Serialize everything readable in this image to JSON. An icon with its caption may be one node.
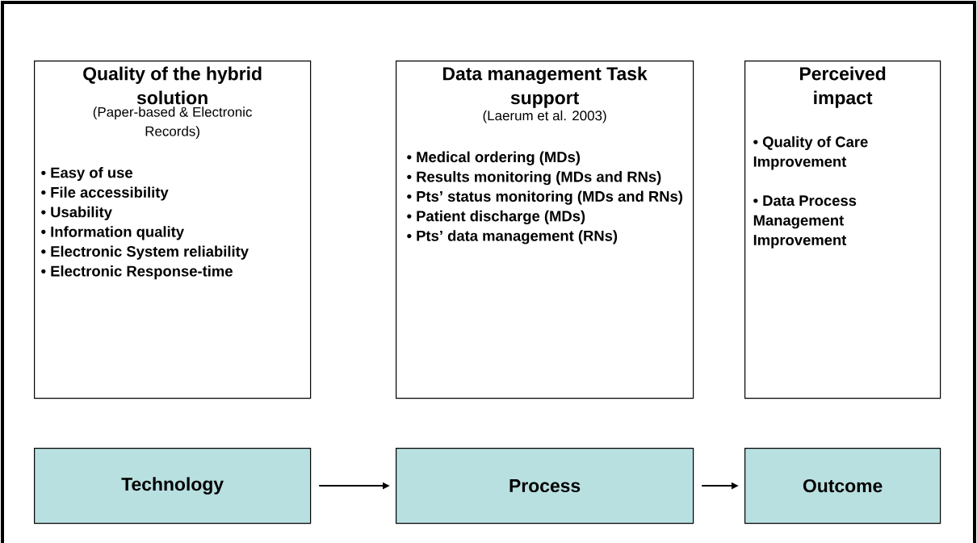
{
  "diagram": {
    "nodes": [
      {
        "text": [
          "Quality of the hybrid solution",
          "(Paper-based & Electronic Records)",
          "• Easy of use",
          "• File accessibility",
          "• Usability",
          "• Information quality",
          "• Electronic System reliability",
          "• Electronic Response-time"
        ]
      },
      {
        "text": [
          "Data management Task support",
          "(Laerum et al. 2003)",
          "• Medical ordering (MDs)",
          "• Results monitoring (MDs and RNs)",
          "• Pts’ status monitoring (MDs and RNs)",
          "• Patient discharge (MDs)",
          "• Pts’ data management (RNs)"
        ]
      },
      {
        "text": [
          "Perceived impact",
          "• Quality of Care Improvement",
          "• Data Process Management Improvement"
        ]
      },
      {
        "text": [
          "Technology"
        ]
      },
      {
        "text": [
          "Process"
        ]
      },
      {
        "text": [
          "Outcome"
        ]
      }
    ],
    "edges": [
      {
        "from": 3,
        "to": 4,
        "arrow": "to"
      },
      {
        "from": 4,
        "to": 5,
        "arrow": "to"
      }
    ]
  }
}
